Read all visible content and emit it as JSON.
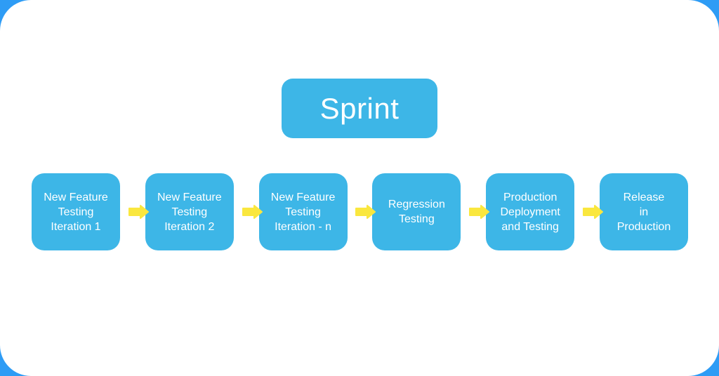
{
  "diagram": {
    "title": "Sprint",
    "steps": [
      {
        "line1": "New Feature",
        "line2": "Testing",
        "line3": "Iteration 1"
      },
      {
        "line1": "New Feature",
        "line2": "Testing",
        "line3": "Iteration 2"
      },
      {
        "line1": "New Feature",
        "line2": "Testing",
        "line3": "Iteration - n"
      },
      {
        "line1": "Regression",
        "line2": "Testing"
      },
      {
        "line1": "Production",
        "line2": "Deployment",
        "line3": "and Testing"
      },
      {
        "line1": "Release",
        "line2": "in",
        "line3": "Production"
      }
    ],
    "colors": {
      "background": "#2E9CF5",
      "card": "#FFFFFF",
      "box": "#3DB6E7",
      "arrow": "#FAE73E",
      "text": "#FFFFFF"
    }
  }
}
